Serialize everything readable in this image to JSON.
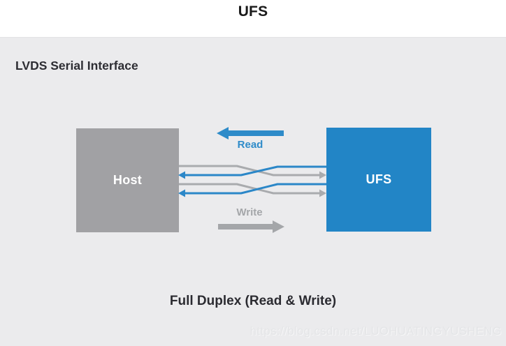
{
  "header": {
    "title": "UFS"
  },
  "panel": {
    "subtitle": "LVDS Serial Interface",
    "caption": "Full Duplex (Read & Write)",
    "watermark": "https://blog.csdn.net/LUOHUATINGYUSHENG"
  },
  "diagram": {
    "host": {
      "label": "Host",
      "color": "#a1a1a4"
    },
    "ufs": {
      "label": "UFS",
      "color": "#2285c6"
    },
    "read": {
      "label": "Read",
      "direction": "left",
      "color": "#2e8bc9"
    },
    "write": {
      "label": "Write",
      "direction": "right",
      "color": "#a4a6a9"
    },
    "link": {
      "pairs": 2,
      "lines_per_pair": 2,
      "line_colors": {
        "host_to_ufs": "#a9abae",
        "ufs_to_host": "#2b87c8"
      }
    }
  },
  "colors": {
    "page_bg": "#ffffff",
    "panel_bg": "#ebebed",
    "title_text": "#1a1a1a",
    "body_text": "#2b2b31",
    "watermark_text": "#e4e5e7"
  }
}
